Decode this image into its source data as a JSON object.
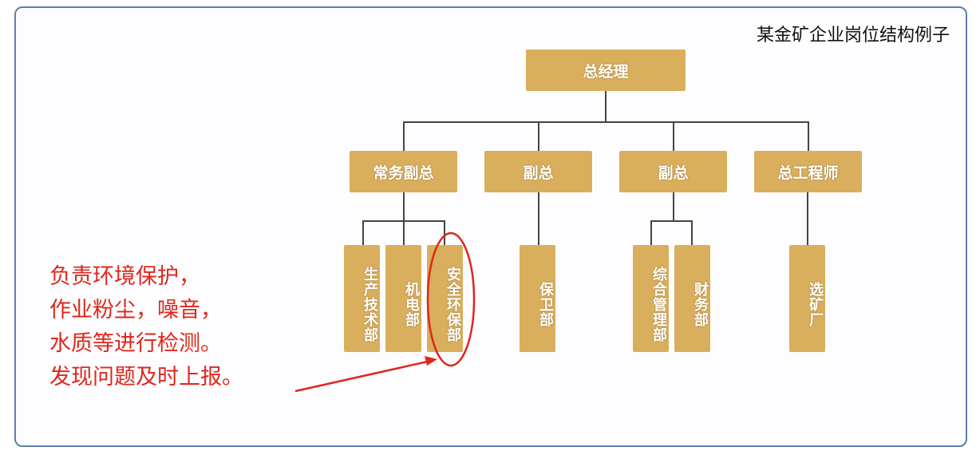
{
  "title": "某金矿企业岗位结构例子",
  "root": "总经理",
  "level2": [
    "常务副总",
    "副总",
    "副总",
    "总工程师"
  ],
  "level3": [
    "生产技术部",
    "机电部",
    "安全环保部",
    "保卫部",
    "综合管理部",
    "财务部",
    "选矿厂"
  ],
  "annotation": [
    "负责环境保护，",
    "作业粉尘，噪音，",
    "水质等进行检测。",
    "发现问题及时上报。"
  ],
  "colors": {
    "box": "#d9ae5c",
    "annotation": "#e0261c",
    "frame": "#5b7fae"
  }
}
